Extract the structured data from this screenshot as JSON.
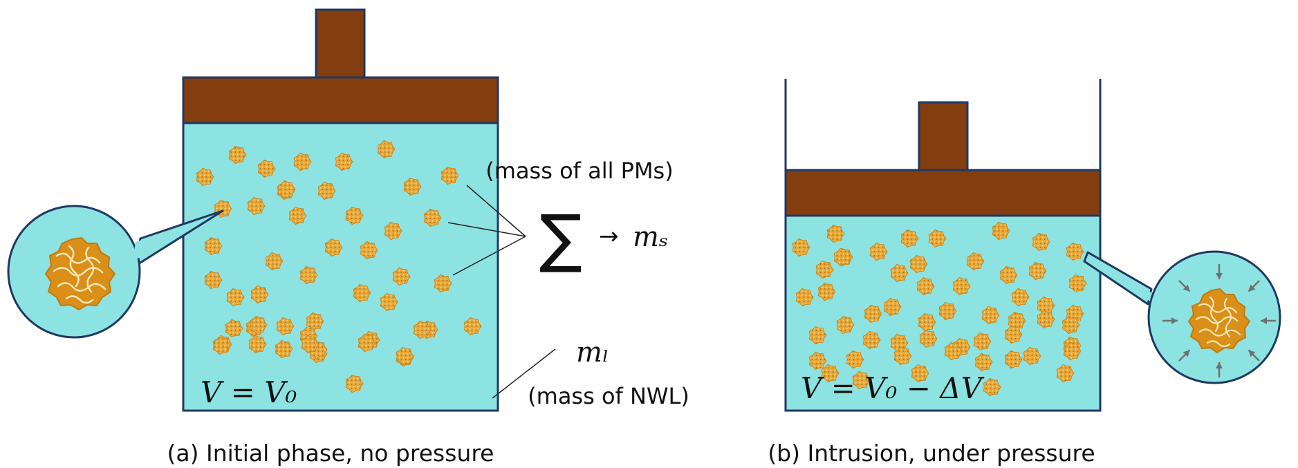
{
  "panel_a": {
    "caption": "(a) Initial phase, no pressure",
    "volume_label": "V = V₀",
    "sum_symbol": "∑",
    "sum_arrow": "→",
    "sum_result": "mₛ",
    "sum_note": "(mass of all PMs)",
    "liquid_symbol": "mₗ",
    "liquid_note": "(mass of NWL)"
  },
  "panel_b": {
    "caption": "(b) Intrusion, under pressure",
    "volume_label": "V = V₀ − ΔV"
  },
  "colors": {
    "liquid": "#8de3e1",
    "piston": "#843d0f",
    "particle": "#e0a030",
    "particle_dark": "#c07a10",
    "outline": "#1f3864",
    "arrow": "#707070"
  }
}
